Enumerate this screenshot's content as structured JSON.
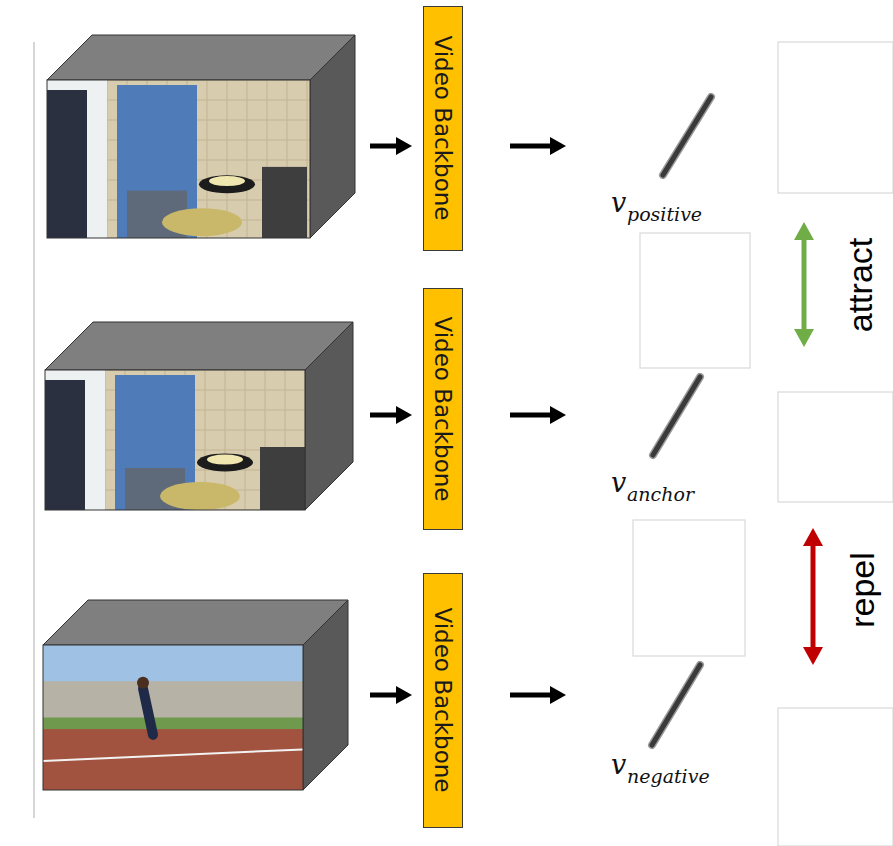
{
  "diagram": {
    "nodes": [
      {
        "text": [
          "Video Backbone"
        ]
      },
      {
        "text": [
          "Video Backbone"
        ]
      },
      {
        "text": [
          "Video Backbone"
        ]
      }
    ],
    "labels": [
      "v",
      "positive",
      "v",
      "anchor",
      "v",
      "negative",
      "attract",
      "repel"
    ]
  }
}
